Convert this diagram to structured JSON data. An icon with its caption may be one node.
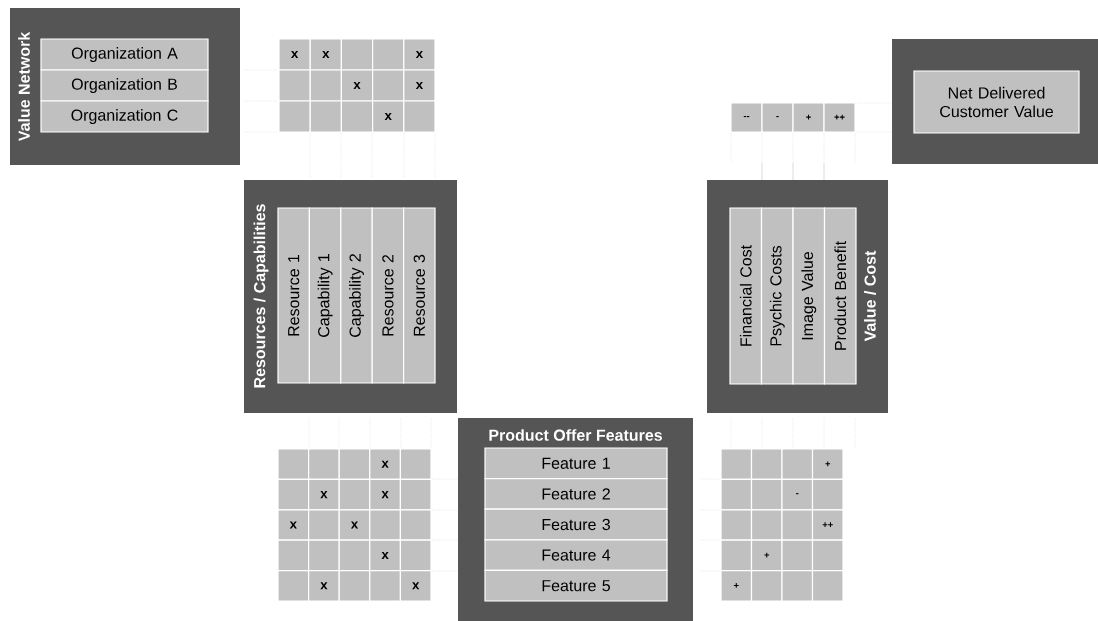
{
  "diagram": {
    "nodes": [
      {
        "text": [
          "Value Network"
        ]
      },
      {
        "text": [
          "Organization A"
        ],
        "in": 0
      },
      {
        "text": [
          "Organization B"
        ],
        "in": 0
      },
      {
        "text": [
          "Organization C"
        ],
        "in": 0
      },
      {
        "text": [
          "Resources / Capabilities"
        ]
      },
      {
        "text": [
          "Resource 1"
        ],
        "in": 4
      },
      {
        "text": [
          "Capability 1"
        ],
        "in": 4
      },
      {
        "text": [
          "Capability 2"
        ],
        "in": 4
      },
      {
        "text": [
          "Resource 2"
        ],
        "in": 4
      },
      {
        "text": [
          "Resource 3"
        ],
        "in": 4
      },
      {
        "text": [
          "Value / Cost"
        ]
      },
      {
        "text": [
          "Financial Cost"
        ],
        "in": 10
      },
      {
        "text": [
          "Psychic Costs"
        ],
        "in": 10
      },
      {
        "text": [
          "Image Value"
        ],
        "in": 10
      },
      {
        "text": [
          "Product Benefit"
        ],
        "in": 10
      },
      {
        "text": [
          "Product Offer Features"
        ]
      },
      {
        "text": [
          "Feature 1"
        ],
        "in": 15
      },
      {
        "text": [
          "Feature 2"
        ],
        "in": 15
      },
      {
        "text": [
          "Feature 3"
        ],
        "in": 15
      },
      {
        "text": [
          "Feature 4"
        ],
        "in": 15
      },
      {
        "text": [
          "Feature 5"
        ],
        "in": 15
      },
      {
        "text": [],
        "shape": "box"
      },
      {
        "text": [
          "Net Delivered Customer Value"
        ],
        "in": 21
      }
    ],
    "labels": [
      "x",
      "x",
      "x",
      "x",
      "x",
      "x",
      "--",
      "-",
      "+",
      "++",
      "x",
      "x",
      "x",
      "x",
      "x",
      "x",
      "x",
      "x",
      "+",
      "-",
      "++",
      "+",
      "+"
    ]
  }
}
